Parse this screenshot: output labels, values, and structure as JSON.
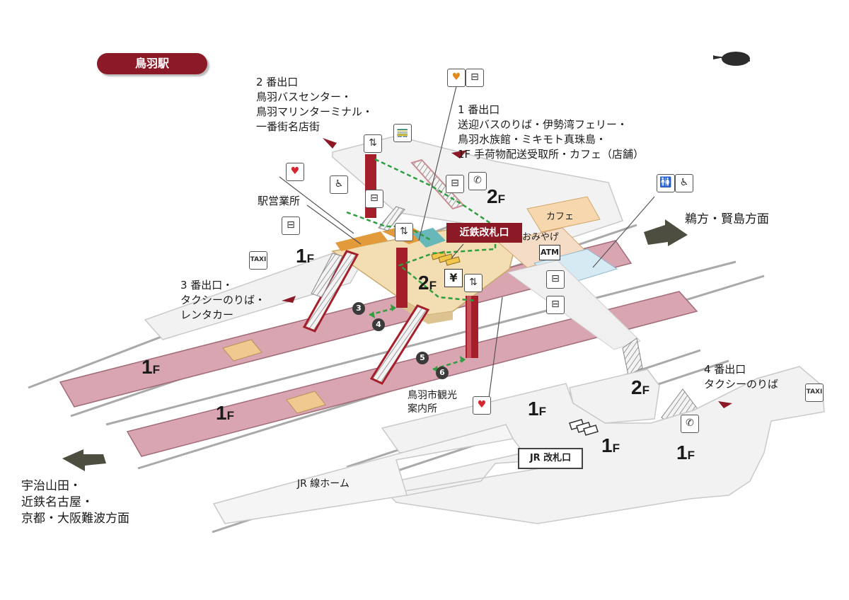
{
  "title": "鳥羽駅",
  "exits": {
    "exit2": [
      "2 番出口",
      "鳥羽バスセンター・",
      "鳥羽マリンターミナル・",
      "一番街名店街"
    ],
    "exit1": [
      "1 番出口",
      "送迎バスのりば・伊勢湾フェリー・",
      "鳥羽水族館・ミキモト真珠島・",
      "1F 手荷物配送受取所・カフェ（店舗）"
    ],
    "exit3": [
      "3 番出口・",
      "タクシーのりば・",
      "レンタカー"
    ],
    "exit4": [
      "4 番出口",
      "タクシーのりば"
    ]
  },
  "directions": {
    "east": "鵜方・賢島方面",
    "west": [
      "宇治山田・",
      "近鉄名古屋・",
      "京都・大阪難波方面"
    ]
  },
  "places": {
    "station_office": "駅営業所",
    "kintetsu_gate": "近鉄改札口",
    "jr_gate": "JR 改札口",
    "jr_platform": "JR 線ホーム",
    "tourist_info": [
      "鳥羽市観光",
      "案内所"
    ],
    "cafe": "カフェ",
    "souvenir": "おみやげ",
    "atm": "ATM",
    "yen": "¥"
  },
  "floors": {
    "f1": "1",
    "f2": "2",
    "suffix": "F"
  },
  "platform_numbers": [
    "3",
    "4",
    "5",
    "6"
  ],
  "icons": {
    "taxi": "TAXI",
    "taxi_icon": "taxi-icon",
    "bus_icon": "bus-icon",
    "phone": "✆",
    "elevator": "⇅",
    "locker": "⊟",
    "wheelchair": "♿",
    "toilet": "🚻",
    "heart": "♥",
    "train": "🚃"
  },
  "colors": {
    "brand": "#8c1a26",
    "platform": "#d9a5b1",
    "concourse": "#f3deb3",
    "cafe_area": "#f7d7ad",
    "souvenir_area": "#f4dcc6",
    "service_area": "#d6eaf3",
    "stairs": "#a51f2b",
    "route": "#2f9e3f"
  }
}
